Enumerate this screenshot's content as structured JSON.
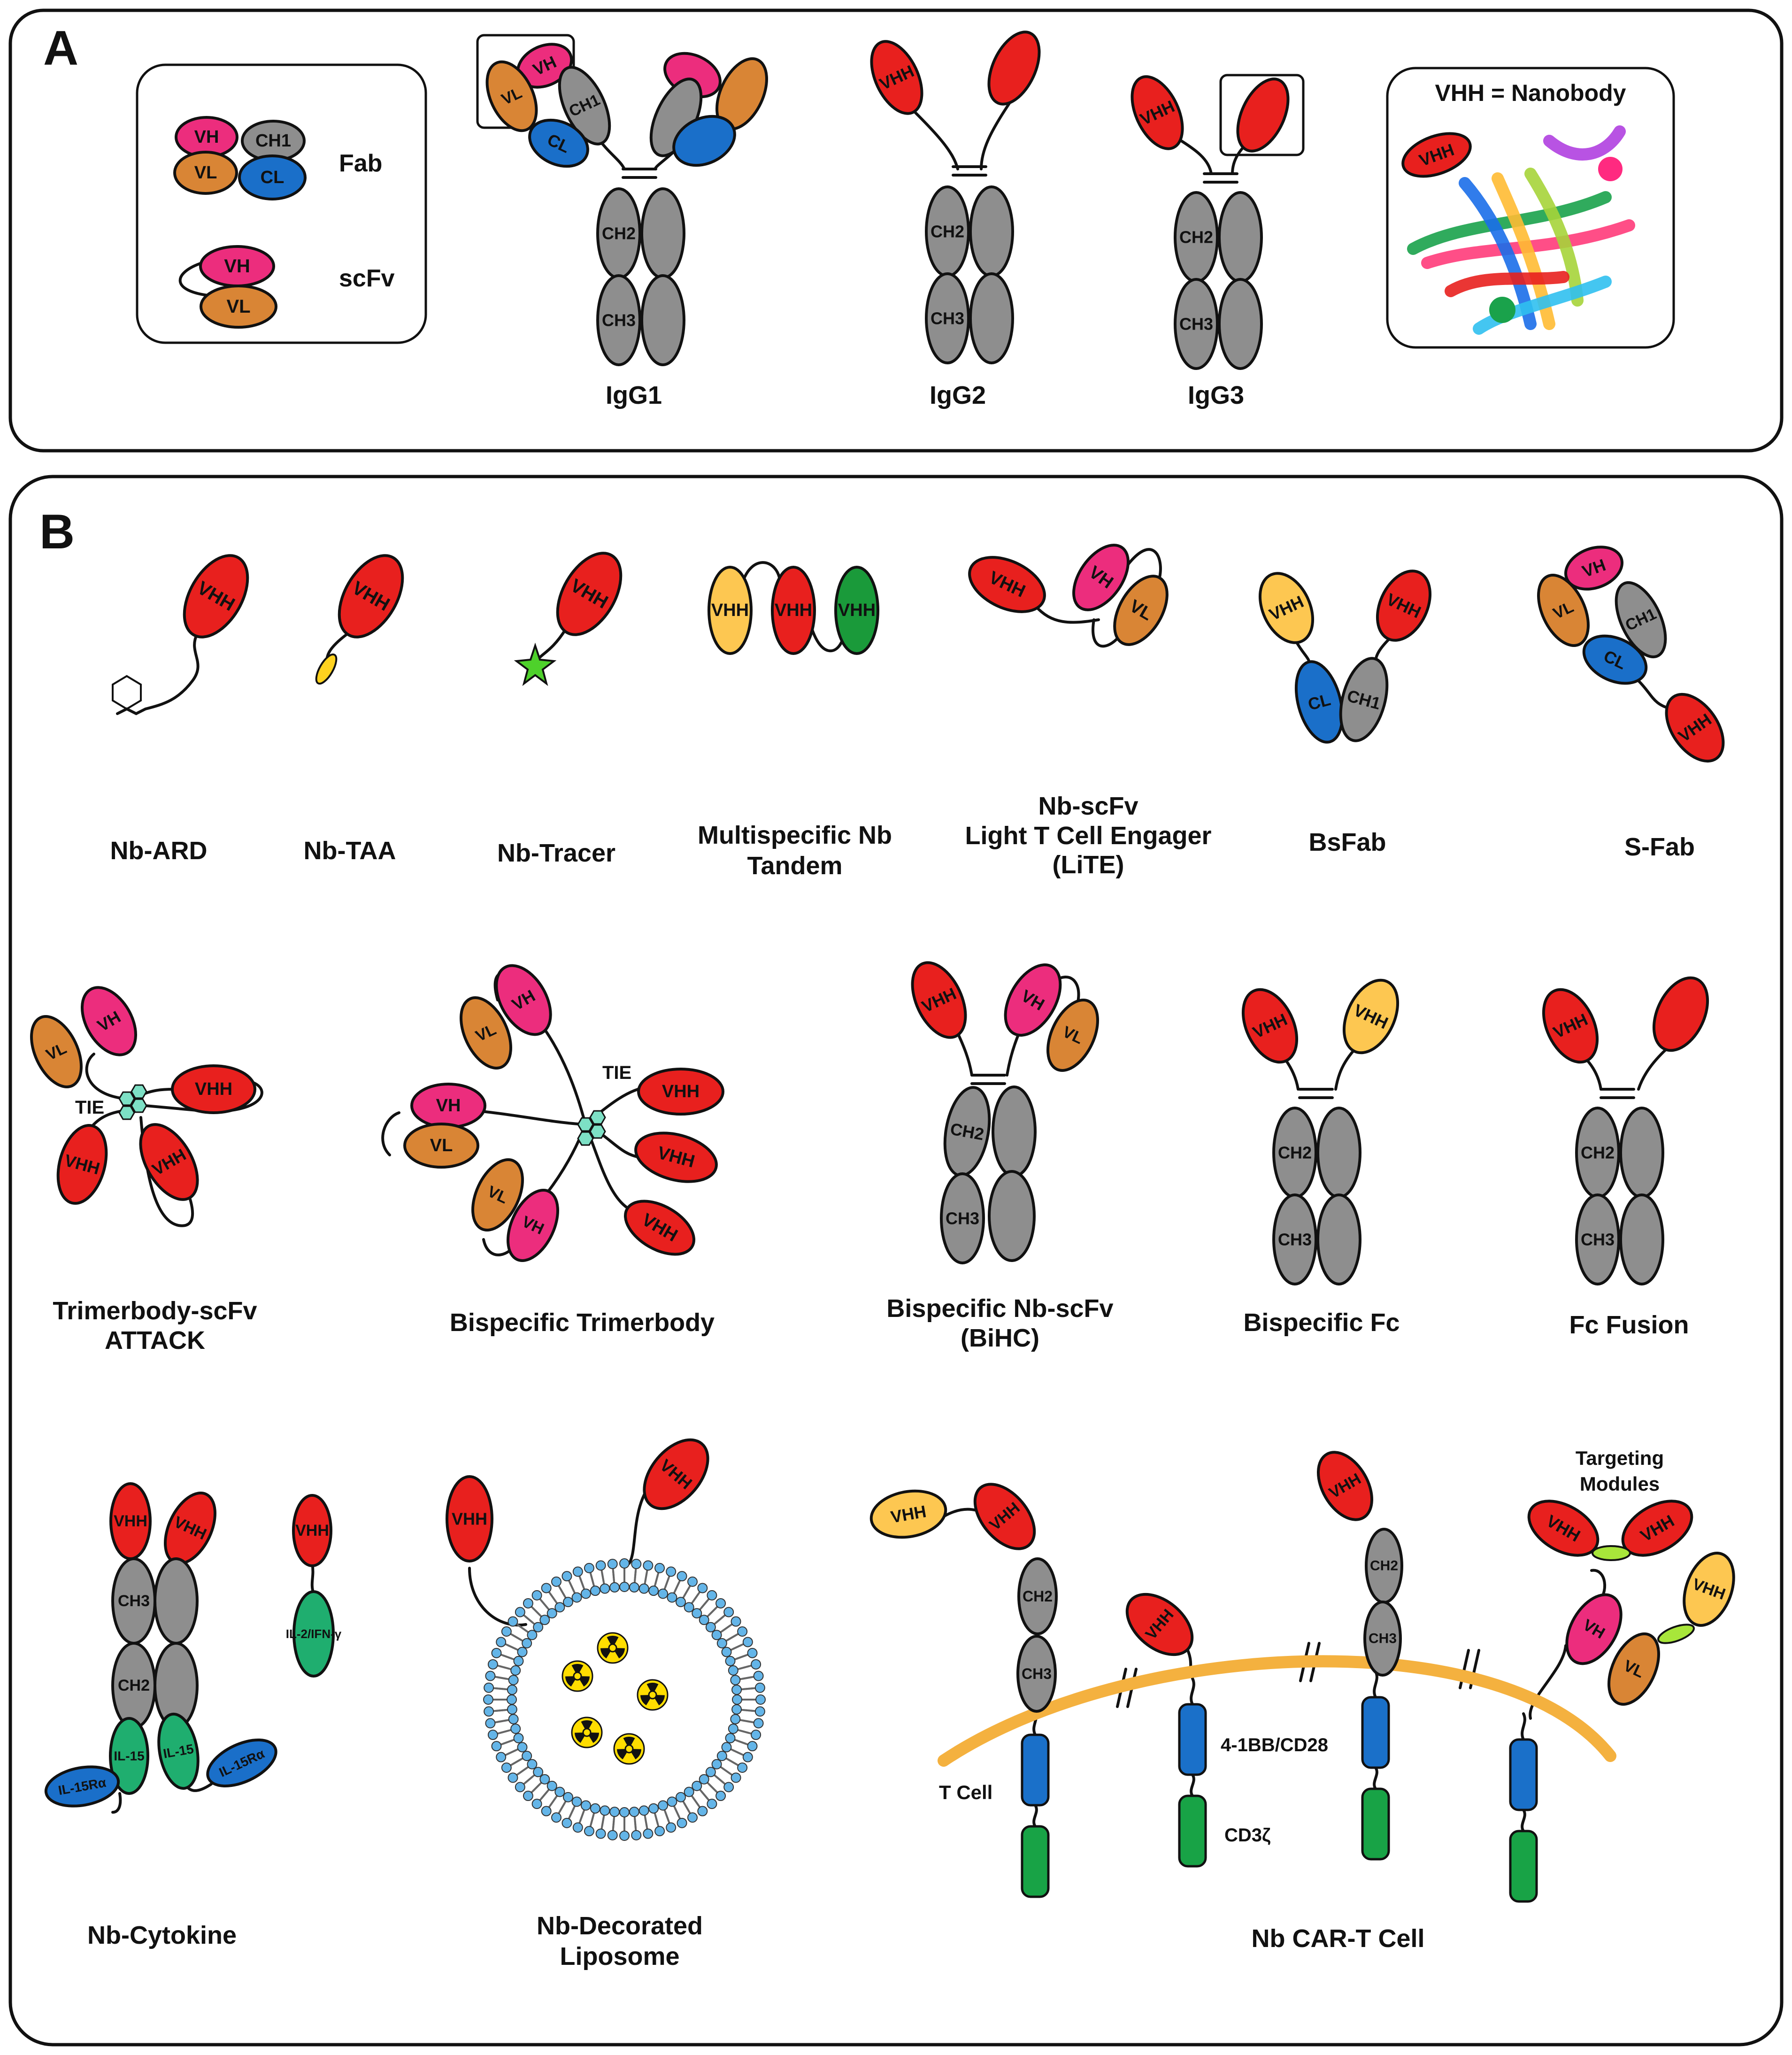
{
  "colors": {
    "vhh": "#e8201e",
    "vh": "#ec2d7d",
    "vl": "#d98535",
    "cl": "#1a6fc9",
    "const": "#8e8e8e",
    "vhh_yellow": "#fdc751",
    "vhh_green": "#1a9a3a",
    "cytokine": "#1fae6f",
    "membrane": "#f4b13f",
    "car_tm": "#1a70c9",
    "car_cd3z": "#18a346",
    "liposome": "#64b5e8"
  },
  "panelA": {
    "letter": "A",
    "fab_label": "Fab",
    "scfv_label": "scFv",
    "igg1_label": "IgG1",
    "igg2_label": "IgG2",
    "igg3_label": "IgG3",
    "nanobody_title": "VHH = Nanobody"
  },
  "panelB": {
    "letter": "B",
    "nb_ard": "Nb-ARD",
    "nb_taa": "Nb-TAA",
    "nb_tracer": "Nb-Tracer",
    "multispecific_1": "Multispecific Nb",
    "multispecific_2": "Tandem",
    "lite_1": "Nb-scFv",
    "lite_2": "Light T Cell Engager",
    "lite_3": "(LiTE)",
    "bsfab": "BsFab",
    "sfab": "S-Fab",
    "trimerbody_1": "Trimerbody-scFv",
    "trimerbody_2": "ATTACK",
    "bispecific_trimerbody": "Bispecific Trimerbody",
    "bihc_1": "Bispecific Nb-scFv",
    "bihc_2": "(BiHC)",
    "bispecific_fc": "Bispecific Fc",
    "fc_fusion": "Fc Fusion",
    "nb_cytokine": "Nb-Cytokine",
    "liposome_1": "Nb-Decorated",
    "liposome_2": "Liposome",
    "cart": "Nb CAR-T Cell",
    "tie": "TIE",
    "t_cell": "T Cell",
    "costim": "4-1BB/CD28",
    "cd3z": "CD3ζ",
    "targeting_1": "Targeting",
    "targeting_2": "Modules"
  },
  "domains": {
    "vhh": "VHH",
    "vh": "VH",
    "vl": "VL",
    "cl": "CL",
    "ch1": "CH1",
    "ch2": "CH2",
    "ch3": "CH3",
    "il15": "IL-15",
    "il15ra": "IL-15Rα",
    "il2ifn": "IL-2/IFN-γ"
  }
}
